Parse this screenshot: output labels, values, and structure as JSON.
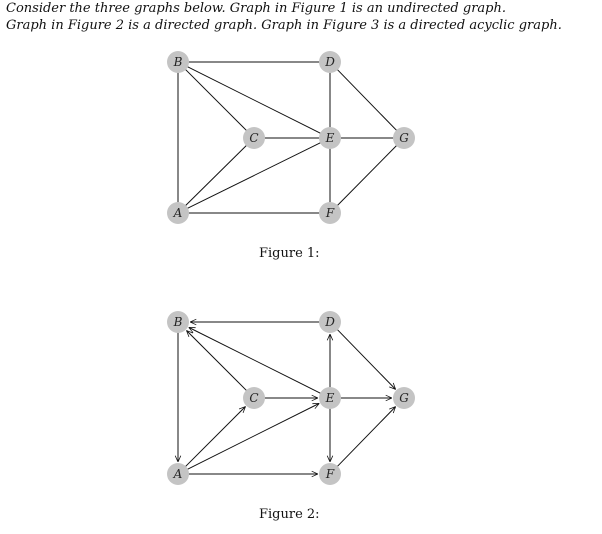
{
  "intro": {
    "line1": "Consider the three graphs below.  Graph in Figure 1 is an undirected graph.",
    "line2": "Graph in Figure 2 is a directed graph.  Graph in Figure 3 is a directed acyclic graph."
  },
  "figures": [
    {
      "caption": "Figure 1:",
      "directed": false,
      "nodes": [
        "B",
        "D",
        "C",
        "E",
        "G",
        "A",
        "F"
      ],
      "edges": [
        [
          "B",
          "D"
        ],
        [
          "B",
          "A"
        ],
        [
          "B",
          "C"
        ],
        [
          "B",
          "E"
        ],
        [
          "D",
          "E"
        ],
        [
          "D",
          "G"
        ],
        [
          "C",
          "A"
        ],
        [
          "C",
          "E"
        ],
        [
          "E",
          "G"
        ],
        [
          "E",
          "F"
        ],
        [
          "E",
          "A"
        ],
        [
          "A",
          "F"
        ],
        [
          "F",
          "G"
        ]
      ]
    },
    {
      "caption": "Figure 2:",
      "directed": true,
      "nodes": [
        "B",
        "D",
        "C",
        "E",
        "G",
        "A",
        "F"
      ],
      "edges": [
        [
          "D",
          "B"
        ],
        [
          "B",
          "A"
        ],
        [
          "C",
          "B"
        ],
        [
          "E",
          "B"
        ],
        [
          "E",
          "D"
        ],
        [
          "D",
          "G"
        ],
        [
          "A",
          "C"
        ],
        [
          "C",
          "E"
        ],
        [
          "E",
          "G"
        ],
        [
          "E",
          "F"
        ],
        [
          "A",
          "E"
        ],
        [
          "A",
          "F"
        ],
        [
          "F",
          "G"
        ]
      ]
    }
  ],
  "colors": {
    "node_fill": "#c4c4c4",
    "edge": "#111111"
  }
}
